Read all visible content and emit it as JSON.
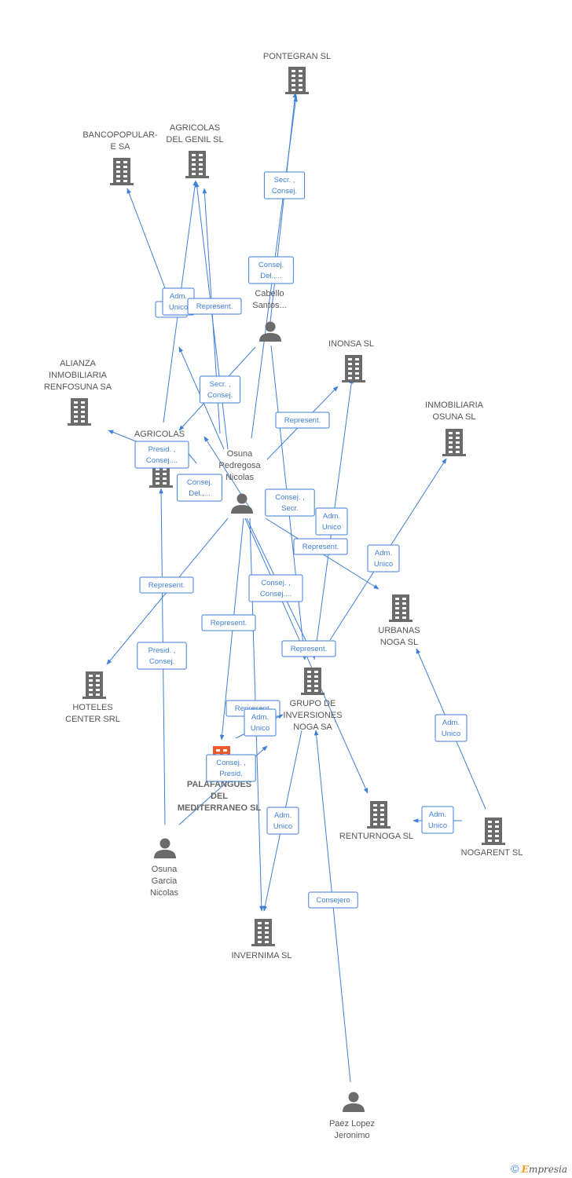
{
  "colors": {
    "edge": "#3f7fd6",
    "icon": "#6b6b6b",
    "main_icon": "#ee5a2a",
    "text": "#555555"
  },
  "nodes": [
    {
      "id": "pontegran",
      "type": "company",
      "lines": [
        "PONTEGRAN SL"
      ]
    },
    {
      "id": "bancopopular",
      "type": "company",
      "lines": [
        "BANCOPOPULAR-",
        "E SA"
      ]
    },
    {
      "id": "agricolas_genil",
      "type": "company",
      "lines": [
        "AGRICOLAS",
        "DEL GENIL SL"
      ]
    },
    {
      "id": "cabello",
      "type": "person",
      "lines": [
        "Cabello",
        "Santos..."
      ]
    },
    {
      "id": "inonsa",
      "type": "company",
      "lines": [
        "INONSA SL"
      ]
    },
    {
      "id": "alianza",
      "type": "company",
      "lines": [
        "ALIANZA",
        "INMOBILIARIA",
        "RENFOSUNA SA"
      ]
    },
    {
      "id": "agricolas2",
      "type": "company",
      "lines": [
        "AGRICOLAS"
      ]
    },
    {
      "id": "inmobiliaria_osuna",
      "type": "company",
      "lines": [
        "INMOBILIARIA",
        "OSUNA SL"
      ]
    },
    {
      "id": "osuna_pedregosa",
      "type": "person",
      "lines": [
        "Osuna",
        "Pedregosa",
        "Nicolas"
      ]
    },
    {
      "id": "urbanas_noga",
      "type": "company",
      "lines": [
        "URBANAS",
        "NOGA SL"
      ]
    },
    {
      "id": "hoteles",
      "type": "company",
      "lines": [
        "HOTELES",
        "CENTER SRL"
      ]
    },
    {
      "id": "grupo",
      "type": "company",
      "lines": [
        "GRUPO DE",
        "INVERSIONES",
        "NOGA SA"
      ]
    },
    {
      "id": "palafangues",
      "type": "main",
      "lines": [
        "PALAFANGUES",
        "DEL",
        "MEDITERRANEO SL"
      ]
    },
    {
      "id": "renturnoga",
      "type": "company",
      "lines": [
        "RENTURNOGA SL"
      ]
    },
    {
      "id": "nogarent",
      "type": "company",
      "lines": [
        "NOGARENT SL"
      ]
    },
    {
      "id": "osuna_garcia",
      "type": "person",
      "lines": [
        "Osuna",
        "Garcia",
        "Nicolas"
      ]
    },
    {
      "id": "invernima",
      "type": "company",
      "lines": [
        "INVERNIMA SL"
      ]
    },
    {
      "id": "paez",
      "type": "person",
      "lines": [
        "Paez Lopez",
        "Jeronimo"
      ]
    }
  ],
  "edge_labels": [
    {
      "lines": [
        "Secr. ,",
        "Consej."
      ]
    },
    {
      "lines": [
        "Consej.",
        "Del.,..."
      ]
    },
    {
      "lines": [
        "Co..."
      ]
    },
    {
      "lines": [
        "Adm.",
        "Unico"
      ]
    },
    {
      "lines": [
        "Represent."
      ]
    },
    {
      "lines": [
        "Secr. ,",
        "Consej."
      ]
    },
    {
      "lines": [
        "Represent."
      ]
    },
    {
      "lines": [
        "Presid. ,",
        "Consej...."
      ]
    },
    {
      "lines": [
        "Consej.",
        "Del.,..."
      ]
    },
    {
      "lines": [
        "Consej. ,",
        "Secr."
      ]
    },
    {
      "lines": [
        "Adm.",
        "Unico"
      ]
    },
    {
      "lines": [
        "Represent."
      ]
    },
    {
      "lines": [
        "Adm.",
        "Unico"
      ]
    },
    {
      "lines": [
        "Represent."
      ]
    },
    {
      "lines": [
        "Consej. ,",
        "Consej...."
      ]
    },
    {
      "lines": [
        "Represent."
      ]
    },
    {
      "lines": [
        "Presid. ,",
        "Consej."
      ]
    },
    {
      "lines": [
        "Represent."
      ]
    },
    {
      "lines": [
        "Represent."
      ]
    },
    {
      "lines": [
        "Adm.",
        "Unico"
      ]
    },
    {
      "lines": [
        "Consej. ,",
        "Presid."
      ]
    },
    {
      "lines": [
        "Adm.",
        "Unico"
      ]
    },
    {
      "lines": [
        "Adm.",
        "Unico"
      ]
    },
    {
      "lines": [
        "Adm.",
        "Unico"
      ]
    },
    {
      "lines": [
        "Consejero"
      ]
    }
  ],
  "footer": {
    "copyright": "©",
    "brand_first": "E",
    "brand_rest": "mpresia"
  }
}
